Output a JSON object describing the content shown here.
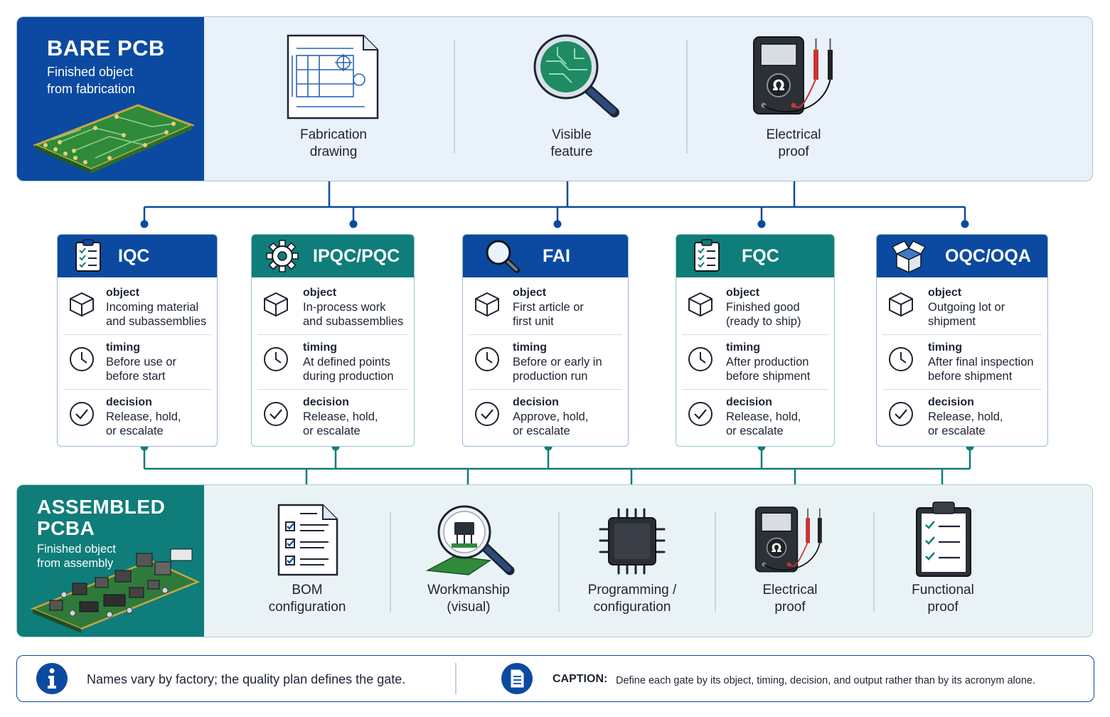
{
  "top_band": {
    "title": "BARE PCB",
    "subtitle_1": "Finished object",
    "subtitle_2": "from fabrication",
    "features": [
      {
        "l1": "Fabrication",
        "l2": "drawing",
        "icon": "blueprint-icon"
      },
      {
        "l1": "Visible",
        "l2": "feature",
        "icon": "magnifier-pcb-icon"
      },
      {
        "l1": "Electrical",
        "l2": "proof",
        "icon": "multimeter-icon"
      }
    ]
  },
  "row_labels": {
    "object": "object",
    "timing": "timing",
    "decision": "decision"
  },
  "gates": [
    {
      "title": "IQC",
      "object_1": "Incoming material",
      "object_2": "and subassemblies",
      "timing_1": "Before use or",
      "timing_2": "before start",
      "decision_1": "Release, hold,",
      "decision_2": "or escalate",
      "icon": "checklist-icon",
      "color": "#0b4aa0"
    },
    {
      "title": "IPQC/PQC",
      "object_1": "In-process work",
      "object_2": "and subassemblies",
      "timing_1": "At defined points",
      "timing_2": "during production",
      "decision_1": "Release, hold,",
      "decision_2": "or escalate",
      "icon": "gear-icon",
      "color": "#0f7d7a"
    },
    {
      "title": "FAI",
      "object_1": "First article or",
      "object_2": "first unit",
      "timing_1": "Before or early in",
      "timing_2": "production run",
      "decision_1": "Approve, hold,",
      "decision_2": "or escalate",
      "icon": "magnifier-icon",
      "color": "#0b4aa0"
    },
    {
      "title": "FQC",
      "object_1": "Finished good",
      "object_2": "(ready to ship)",
      "timing_1": "After production",
      "timing_2": "before shipment",
      "decision_1": "Release, hold,",
      "decision_2": "or escalate",
      "icon": "clipboard-icon",
      "color": "#0f7d7a"
    },
    {
      "title": "OQC/OQA",
      "object_1": "Outgoing lot or",
      "object_2": "shipment",
      "timing_1": "After final inspection",
      "timing_2": "before shipment",
      "decision_1": "Release, hold,",
      "decision_2": "or escalate",
      "icon": "open-box-icon",
      "color": "#0b4aa0"
    }
  ],
  "bottom_band": {
    "title_1": "ASSEMBLED",
    "title_2": "PCBA",
    "subtitle_1": "Finished object",
    "subtitle_2": "from assembly",
    "features": [
      {
        "l1": "BOM",
        "l2": "configuration",
        "icon": "bom-document-icon"
      },
      {
        "l1": "Workmanship",
        "l2": "(visual)",
        "icon": "magnifier-component-icon"
      },
      {
        "l1": "Programming /",
        "l2": "configuration",
        "icon": "chip-icon"
      },
      {
        "l1": "Electrical",
        "l2": "proof",
        "icon": "multimeter-icon"
      },
      {
        "l1": "Functional",
        "l2": "proof",
        "icon": "clipboard-icon"
      }
    ]
  },
  "footer": {
    "note": "Names vary by factory; the quality plan defines the gate.",
    "caption_label": "CAPTION:",
    "caption_text": "Define each gate by its object, timing, decision, and output rather than by its acronym alone."
  },
  "colors": {
    "blue": "#0b4aa0",
    "teal": "#0f7d7a",
    "top_band_bg": "#e9f1fa",
    "bottom_band_bg": "#e9f3f5"
  }
}
